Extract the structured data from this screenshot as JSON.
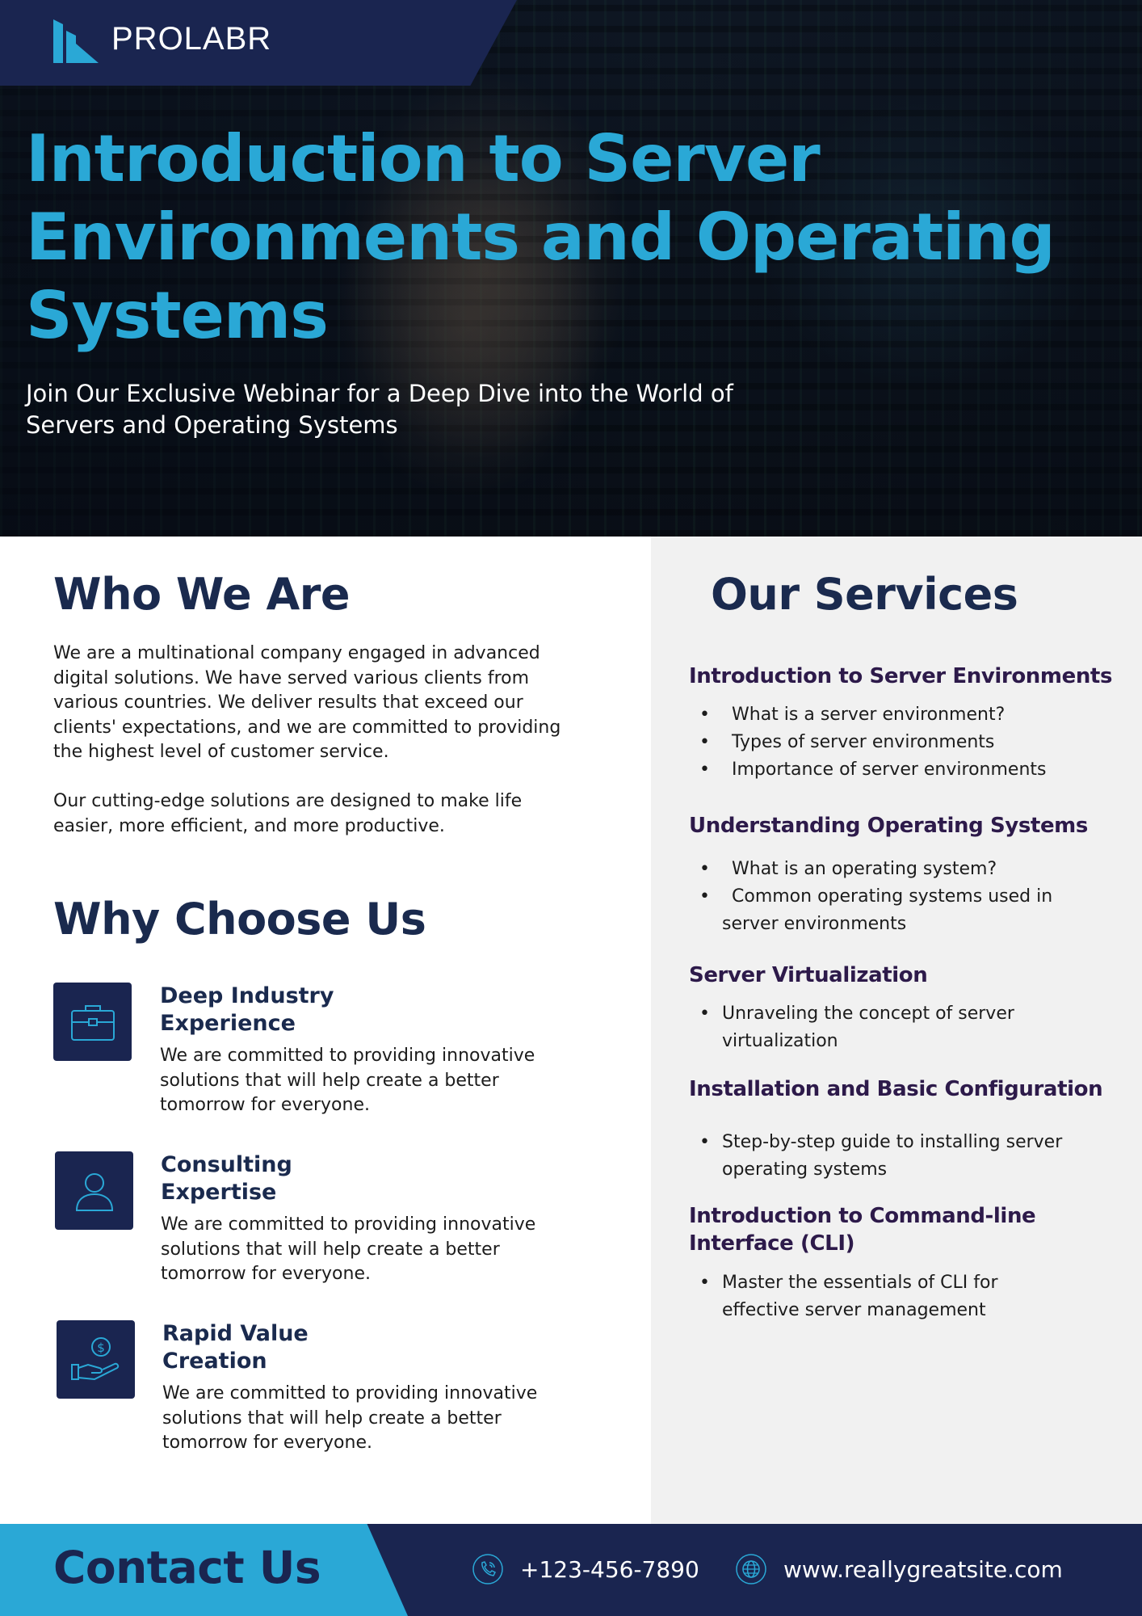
{
  "brand": {
    "name": "PROLABR"
  },
  "hero": {
    "title_lines": [
      "Introduction to Server",
      "Environments and Operating",
      "Systems"
    ],
    "subtitle_lines": [
      "Join Our Exclusive Webinar for a Deep Dive into the World of",
      "Servers and Operating Systems"
    ]
  },
  "who": {
    "heading": "Who We Are",
    "para1_lines": [
      "We are a multinational company engaged in advanced",
      "digital solutions. We have served various clients from",
      "various countries. We deliver results that exceed our",
      "clients' expectations, and we are committed to providing",
      "the highest level of customer service."
    ],
    "para2_lines": [
      "Our cutting-edge solutions are designed to make life",
      "easier, more efficient, and more productive."
    ]
  },
  "why": {
    "heading": "Why Choose Us",
    "features": [
      {
        "title_lines": [
          "Deep Industry",
          "Experience"
        ],
        "desc_lines": [
          "We are committed to providing innovative",
          "solutions that will help create a better",
          "tomorrow for everyone."
        ],
        "icon": "briefcase-icon"
      },
      {
        "title_lines": [
          "Consulting",
          "Expertise"
        ],
        "desc_lines": [
          "We are committed to providing innovative",
          "solutions that will help create a better",
          "tomorrow for everyone."
        ],
        "icon": "user-icon"
      },
      {
        "title_lines": [
          "Rapid Value",
          "Creation"
        ],
        "desc_lines": [
          "We are committed to providing innovative",
          "solutions that will help create a better",
          "tomorrow for everyone."
        ],
        "icon": "hand-coin-icon"
      }
    ]
  },
  "services": {
    "heading": "Our Services",
    "sections": [
      {
        "title_lines": [
          "Introduction to Server Environments"
        ],
        "items": [
          "What is a server environment?",
          "Types of server environments",
          "Importance of server environments"
        ]
      },
      {
        "title_lines": [
          "Understanding Operating Systems"
        ],
        "items": [
          "What is an operating system?",
          "Common operating systems used in",
          "server environments"
        ]
      },
      {
        "title_lines": [
          "Server Virtualization"
        ],
        "items": [
          "Unraveling the concept of server",
          "virtualization"
        ]
      },
      {
        "title_lines": [
          "Installation and Basic Configuration"
        ],
        "items": [
          "Step-by-step guide to installing server",
          "operating systems"
        ]
      },
      {
        "title_lines": [
          "Introduction to Command-line",
          "Interface (CLI)"
        ],
        "items": [
          "Master the essentials of CLI for",
          "effective server management"
        ]
      }
    ]
  },
  "contact": {
    "heading": "Contact Us",
    "phone": "+123-456-7890",
    "website": "www.reallygreatsite.com"
  },
  "colors": {
    "navy": "#1a2550",
    "accent_blue": "#2aa8d6",
    "heading_dark": "#1a2a4e",
    "service_heading": "#2d1a4a",
    "panel_gray": "#f1f1f1"
  }
}
